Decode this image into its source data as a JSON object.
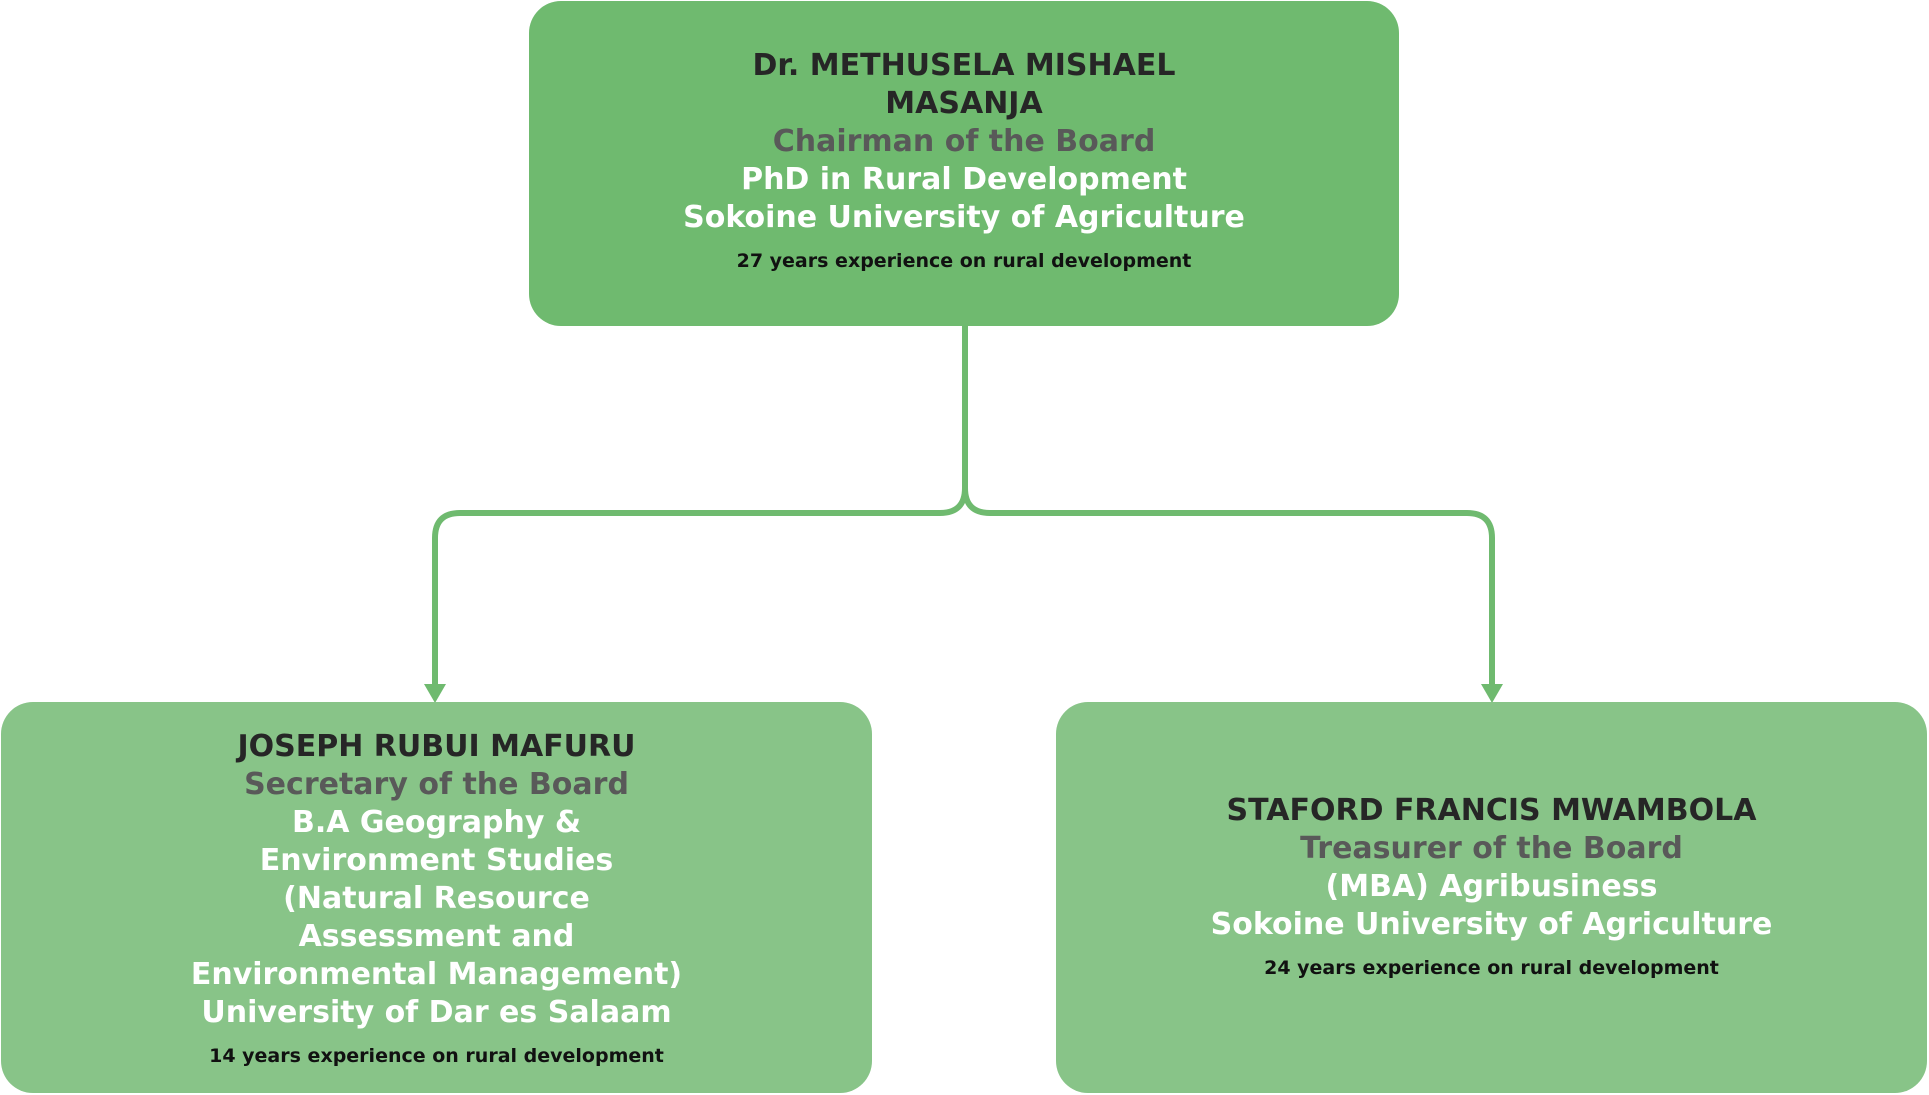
{
  "colors": {
    "top_box": "#6fba6f",
    "bottom_box": "#88c488",
    "connector": "#6fba6f",
    "name_text": "#262626",
    "role_text": "#595959",
    "detail_text": "#ffffff"
  },
  "chairman": {
    "name": "Dr. METHUSELA MISHAEL MASANJA",
    "role": "Chairman of the Board",
    "degree": "PhD in Rural Development",
    "school": "Sokoine University of Agriculture",
    "experience": "27 years experience on rural development"
  },
  "secretary": {
    "name": "JOSEPH RUBUI MAFURU",
    "role": "Secretary of the Board",
    "degree": "B.A Geography & Environment Studies (Natural Resource Assessment and Environmental Management)",
    "school": "University of Dar es Salaam",
    "experience": "14 years experience on rural development"
  },
  "treasurer": {
    "name": "STAFORD FRANCIS MWAMBOLA",
    "role": "Treasurer of the Board",
    "degree": "(MBA) Agribusiness",
    "school": "Sokoine University of Agriculture",
    "experience": "24 years experience on rural development"
  }
}
